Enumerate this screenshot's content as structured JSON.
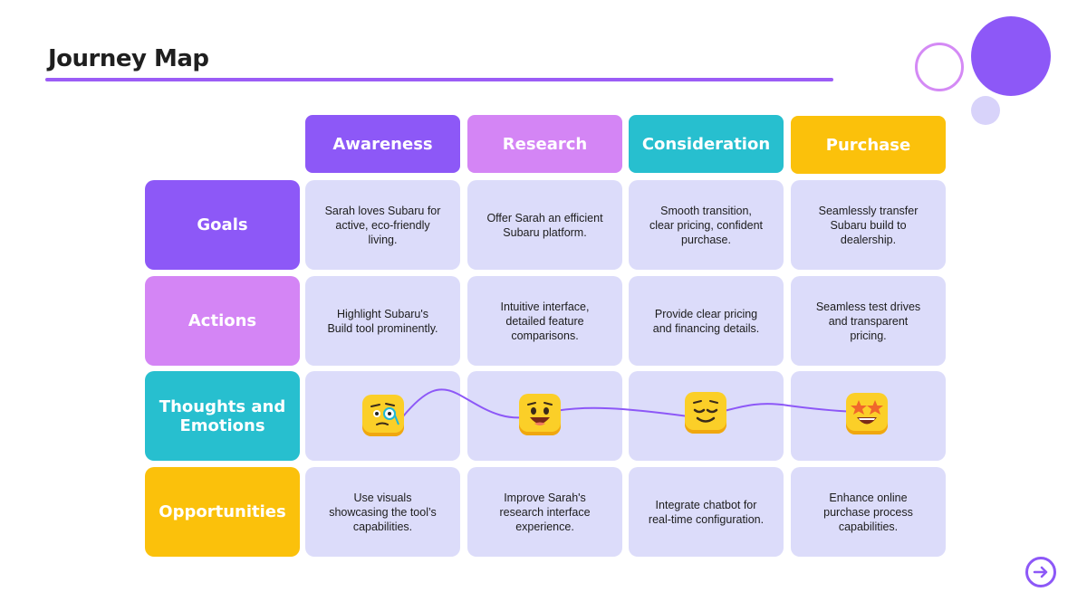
{
  "slide": {
    "title": "Journey Map"
  },
  "colors": {
    "purple": "#8d58f7",
    "pink": "#d485f5",
    "teal": "#27bfcf",
    "yellow": "#fbc10b",
    "cell": "#dcdcfa",
    "line": "#9b5cf6"
  },
  "stages": [
    {
      "label": "Awareness"
    },
    {
      "label": "Research"
    },
    {
      "label": "Consideration"
    },
    {
      "label": "Purchase"
    }
  ],
  "rows": {
    "goals": {
      "label": "Goals",
      "cells": [
        "Sarah loves Subaru for active, eco-friendly living.",
        "Offer Sarah an efficient Subaru platform.",
        "Smooth transition, clear pricing, confident purchase.",
        "Seamlessly transfer Subaru build to dealership."
      ]
    },
    "actions": {
      "label": "Actions",
      "cells": [
        "Highlight Subaru's Build tool prominently.",
        "Intuitive interface, detailed feature comparisons.",
        "Provide clear pricing and financing details.",
        "Seamless test drives and transparent pricing."
      ]
    },
    "thoughts": {
      "label": "Thoughts and Emotions",
      "emotions": [
        "monocle-face-icon",
        "grinning-face-icon",
        "relieved-face-icon",
        "star-struck-face-icon"
      ]
    },
    "opportunities": {
      "label": "Opportunities",
      "cells": [
        "Use visuals showcasing the tool’s capabilities.",
        "Improve Sarah's research interface experience.",
        "Integrate chatbot for real-time configuration.",
        "Enhance online purchase process capabilities."
      ]
    }
  },
  "icons": {
    "next": "arrow-right-circle-icon"
  }
}
